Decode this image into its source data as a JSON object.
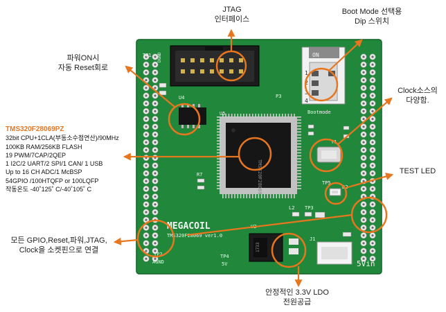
{
  "callouts": {
    "jtag": [
      "JTAG",
      "인터페이스"
    ],
    "boot_mode": [
      "Boot Mode 선택용",
      "Dip 스위치"
    ],
    "power_reset": [
      "파워ON시",
      "자동 Reset회로"
    ],
    "clock": [
      "Clock소스의",
      "다양함."
    ],
    "test_led": "TEST LED",
    "socket_pins": [
      "모든 GPIO,Reset,파워,JTAG,",
      "Clock을 소켓핀으로 연결"
    ],
    "ldo": [
      "안정적인 3.3V LDO",
      "전원공급"
    ]
  },
  "spec": {
    "title": "TMS320F28069PZ",
    "lines": [
      "32bit CPU+1CLA(부동소수점연산)/90MHz",
      "100KB RAM/256KB FLASH",
      "19 PWM/7CAP/2QEP",
      "1 I2C/2 UART/2 SPI/1 CAN/ 1 USB",
      "Up to 16 CH ADC/1 McBSP",
      "54GPIO /100HTQFP or 100LQFP",
      "작동온도 -40˚125˚ C/-40˚105˚ C"
    ]
  },
  "board": {
    "brand": "MEGACOIL",
    "model": "TMS320F28069 ver1.0",
    "silk": {
      "tp1": "TP1",
      "dgnd": "DGND",
      "p3": "P3",
      "u4": "U4",
      "u5": "U5",
      "bootmode": "Bootmode",
      "y1": "Y1",
      "r7": "R7",
      "tp3": "TP3",
      "tp5": "TP5",
      "l2": "L2",
      "d2": "D2",
      "u2": "U2",
      "j1": "J1",
      "tp2": "TP2",
      "agnd": "AGND",
      "tp4": "TP4",
      "v5": "5V",
      "vin": "5Vin",
      "chip": "TMS320F28069",
      "ldo": "1733"
    },
    "dip": {
      "on": "ON",
      "num1": "1",
      "num2": "2",
      "num3": "3",
      "num4": "4"
    }
  },
  "colors": {
    "arrow": "#e8761e",
    "pcb": "#218a3c",
    "highlight_ring": "#e8761e",
    "spec_title": "#e8761e"
  }
}
